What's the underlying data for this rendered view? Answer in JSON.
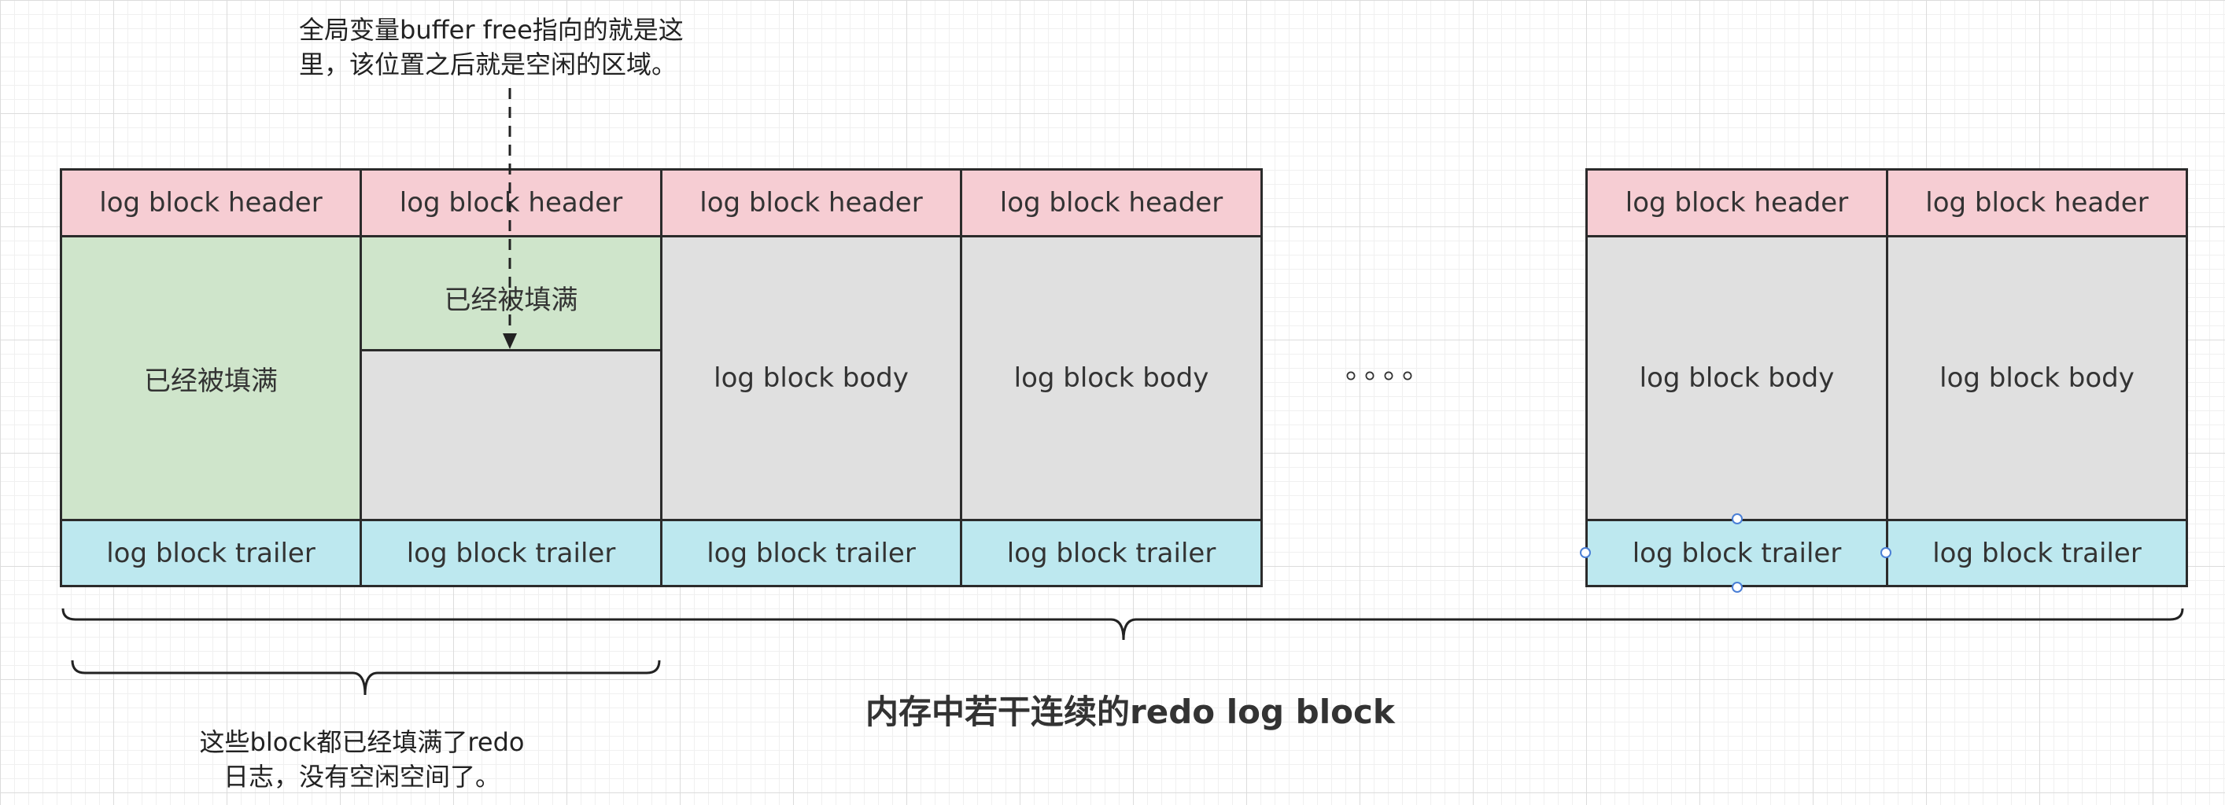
{
  "blocks": {
    "header": "log block header",
    "body": "log block body",
    "trailer": "log block trailer",
    "filled": "已经被填满"
  },
  "pointer_note": [
    "全局变量buffer free指向的就是这",
    "里，该位置之后就是空闲的区域。"
  ],
  "ellipsis": "。。。。",
  "full_blocks_note": [
    "这些block都已经填满了redo",
    "日志，没有空闲空间了。"
  ],
  "title": "内存中若干连续的redo log block",
  "colors": {
    "header": "#f6cdd3",
    "body": "#e0e0e0",
    "filled": "#cfe5cb",
    "trailer": "#bde8ef",
    "border": "#2b2b2b"
  }
}
